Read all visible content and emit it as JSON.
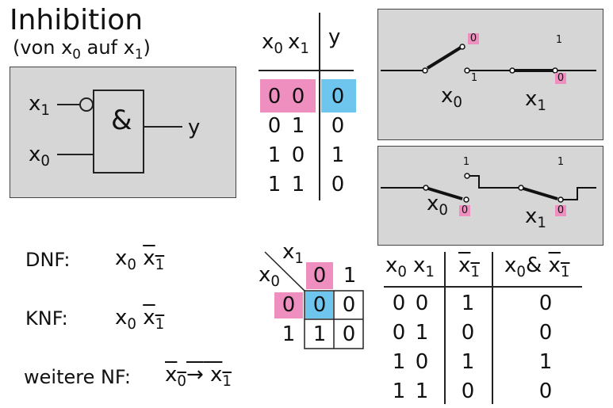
{
  "title": "Inhibition",
  "subtitle": {
    "prefix": "(von x",
    "sub0": "0",
    "mid": " auf x",
    "sub1": "1",
    "suffix": ")"
  },
  "gate": {
    "symbol": "&",
    "input_top": "x",
    "input_top_sub": "1",
    "input_bottom": "x",
    "input_bottom_sub": "0",
    "output": "y"
  },
  "truth_table_top": {
    "header": {
      "x0": "x",
      "x0_sub": "0",
      "x1": "x",
      "x1_sub": "1",
      "y": "y"
    },
    "rows": [
      {
        "x0": "0",
        "x1": "0",
        "y": "0"
      },
      {
        "x0": "0",
        "x1": "1",
        "y": "0"
      },
      {
        "x0": "1",
        "x1": "0",
        "y": "1"
      },
      {
        "x0": "1",
        "x1": "1",
        "y": "0"
      }
    ]
  },
  "switch_diagram_1": {
    "x0_label": "x",
    "x0_sub": "0",
    "x1_label": "x",
    "x1_sub": "1",
    "val_a": "0",
    "val_b": "1",
    "val_c": "1",
    "val_d": "0"
  },
  "switch_diagram_2": {
    "x0_label": "x",
    "x0_sub": "0",
    "x1_label": "x",
    "x1_sub": "1",
    "val_a": "1",
    "val_b": "0",
    "val_c": "1",
    "val_d": "0"
  },
  "normal_forms": {
    "dnf_label": "DNF:",
    "knf_label": "KNF:",
    "more_label": "weitere NF:",
    "var0": "x",
    "var0_sub": "0",
    "var1": "x",
    "var1_sub": "1",
    "arrow": "→"
  },
  "kmap": {
    "x1_label": "x",
    "x1_sub": "1",
    "x0_label": "x",
    "x0_sub": "0",
    "col_headers": [
      "0",
      "1"
    ],
    "row_headers": [
      "0",
      "1"
    ],
    "cells": [
      [
        "0",
        "0"
      ],
      [
        "1",
        "0"
      ]
    ]
  },
  "truth_table_bottom": {
    "header": {
      "x0": "x",
      "x0_sub": "0",
      "x1": "x",
      "x1_sub": "1",
      "notx1": "x",
      "notx1_sub": "1",
      "and_prefix": "x",
      "and_prefix_sub": "0",
      "and_op": "&",
      "and_suffix": "x",
      "and_suffix_sub": "1"
    },
    "rows": [
      {
        "x0": "0",
        "x1": "0",
        "notx1": "1",
        "res": "0"
      },
      {
        "x0": "0",
        "x1": "1",
        "notx1": "0",
        "res": "0"
      },
      {
        "x0": "1",
        "x1": "0",
        "notx1": "1",
        "res": "1"
      },
      {
        "x0": "1",
        "x1": "1",
        "notx1": "0",
        "res": "0"
      }
    ]
  },
  "colors": {
    "highlight_pink": "#ee8fbf",
    "highlight_blue": "#6ec5ee",
    "panel_grey": "#d6d6d6"
  }
}
